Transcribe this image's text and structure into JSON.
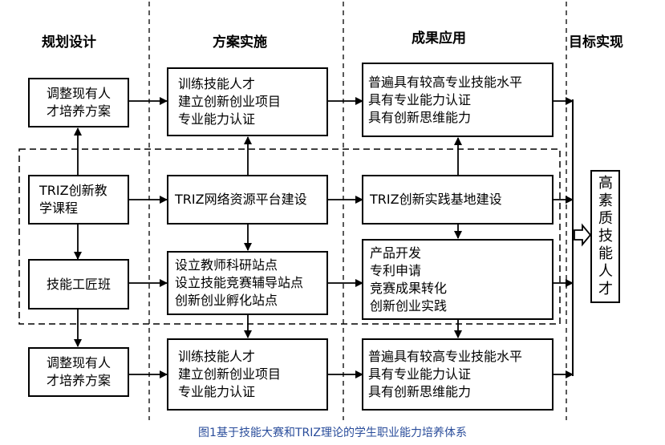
{
  "columns": [
    "规划设计",
    "方案实施",
    "成果应用",
    "目标实现"
  ],
  "row1": {
    "plan": [
      "调整现有人",
      "才培养方案"
    ],
    "impl": [
      "训练技能人才",
      "建立创新创业项目",
      "专业能力认证"
    ],
    "result": [
      "普遍具有较高专业技能水平",
      "具有专业能力认证",
      "具有创新思维能力"
    ]
  },
  "row2": {
    "plan": [
      "TRIZ创新教",
      "学课程"
    ],
    "impl": [
      "TRIZ网络资源平台建设"
    ],
    "result": [
      "TRIZ创新实践基地建设"
    ]
  },
  "row3": {
    "plan": [
      "技能工匠班"
    ],
    "impl": [
      "设立教师科研站点",
      "设立技能竞赛辅导站点",
      "创新创业孵化站点"
    ],
    "result": [
      "产品开发",
      "专利申请",
      "竞赛成果转化",
      "创新创业实践"
    ]
  },
  "row4": {
    "plan": [
      "调整现有人",
      "才培养方案"
    ],
    "impl": [
      "训练技能人才",
      "建立创新创业项目",
      "专业能力认证"
    ],
    "result": [
      "普遍具有较高专业技能水平",
      "具有专业能力认证",
      "具有创新思维能力"
    ]
  },
  "goal": [
    "高",
    "素",
    "质",
    "技",
    "能",
    "人",
    "才"
  ],
  "caption": "图1基于技能大赛和TRIZ理论的学生职业能力培养体系"
}
